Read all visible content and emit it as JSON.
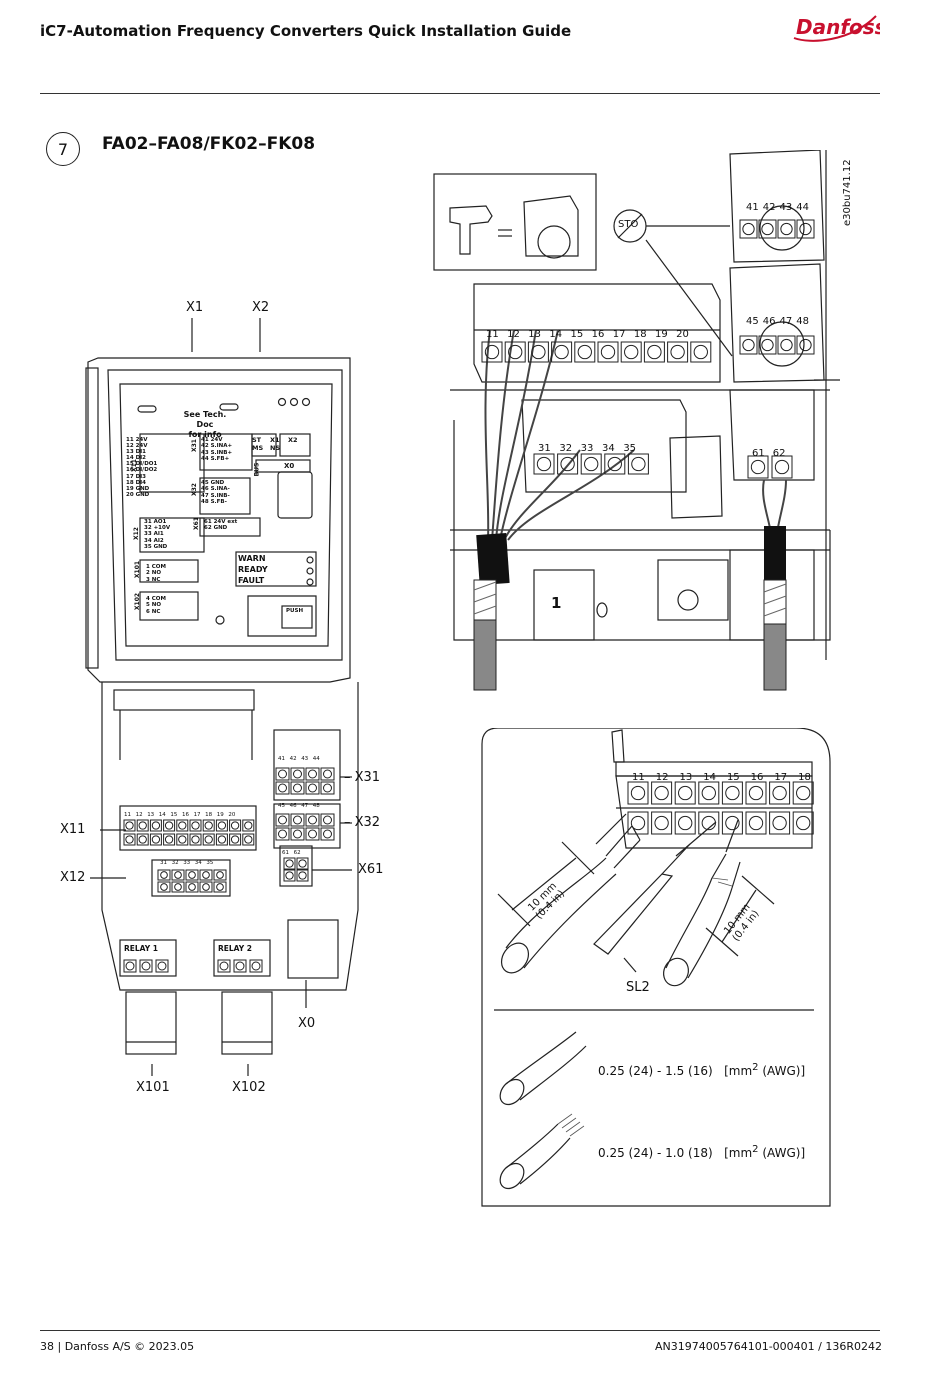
{
  "header": {
    "title": "iC7-Automation Frequency Converters Quick Installation Guide",
    "logo_text": "Danfoss"
  },
  "section": {
    "number": "7",
    "title": "FA02–FA08/FK02–FK08",
    "doc_code": "e30bu741.12"
  },
  "drive_labels": {
    "x1": "X1",
    "x2": "X2",
    "x11": "X11",
    "x12": "X12",
    "x31": "– X31",
    "x32": "– X32",
    "x61": "X61",
    "x0": "X0",
    "x101": "X101",
    "x102": "X102"
  },
  "drive_panel": {
    "see_doc": "See Tech. Doc",
    "for_info": "for info",
    "x11_terms": [
      "11 24V",
      "12 24V",
      "13 DI1",
      "14 DI2",
      "15 DI/DO1",
      "16 DI/DO2",
      "17 DI3",
      "18 DI4",
      "19 GND",
      "20 GND"
    ],
    "x31_terms": [
      "41 24V",
      "42 S.INA+",
      "43 S.INB+",
      "44 S.FB+"
    ],
    "x32_terms": [
      "45 GND",
      "46 S.INA-",
      "47 S.INB-",
      "48 S.FB-"
    ],
    "x12_terms": [
      "31 AO1",
      "32 +10V",
      "33 AI1",
      "34 AI2",
      "35 GND"
    ],
    "x61_terms": [
      "61 24V ext",
      "62 GND"
    ],
    "x101_terms": [
      "1 COM",
      "2 NO",
      "3 NC"
    ],
    "x102_terms": [
      "4 COM",
      "5 NO",
      "6 NC"
    ],
    "x11_tag": "X11",
    "x12_tag": "X12",
    "x31_tag": "X31",
    "x32_tag": "X32",
    "x61_tag": "X61",
    "x101_tag": "X101",
    "x102_tag": "X102",
    "st_tag": "ST",
    "ms_tag": "MS",
    "ns_tag": "NS",
    "bus_tag": "BUS",
    "x0_tag": "X0",
    "x1_tag": "X1",
    "x2_tag": "X2",
    "warn": "WARN",
    "ready": "READY",
    "fault": "FAULT",
    "push": "PUSH",
    "relay1": "RELAY 1",
    "relay2": "RELAY 2"
  },
  "terminal_numbers": {
    "top_row": [
      "11",
      "12",
      "13",
      "14",
      "15",
      "16",
      "17",
      "18",
      "19",
      "20"
    ],
    "row_3x": [
      "31",
      "32",
      "33",
      "34",
      "35"
    ],
    "row_4a": [
      "41",
      "42",
      "43",
      "44"
    ],
    "row_4b": [
      "45",
      "46",
      "47",
      "48"
    ],
    "row_6x": [
      "61",
      "62"
    ],
    "detail_row": [
      "11",
      "12",
      "13",
      "14",
      "15",
      "16",
      "17",
      "18"
    ]
  },
  "upper_right": {
    "sto": "STO",
    "equals": "=",
    "marker_1": "1"
  },
  "wire_detail": {
    "strip_length": "10 mm",
    "strip_length_in": "(0.4 in)",
    "tool": "SL2",
    "spec_solid": "0.25 (24) - 1.5 (16)",
    "spec_stranded": "0.25 (24) - 1.0 (18)",
    "unit_prefix": "[mm",
    "unit_sup": "2",
    "unit_suffix": " (AWG)]"
  },
  "footer": {
    "left": "38 | Danfoss A/S © 2023.05",
    "right": "AN31974005764101-000401 / 136R0242"
  }
}
